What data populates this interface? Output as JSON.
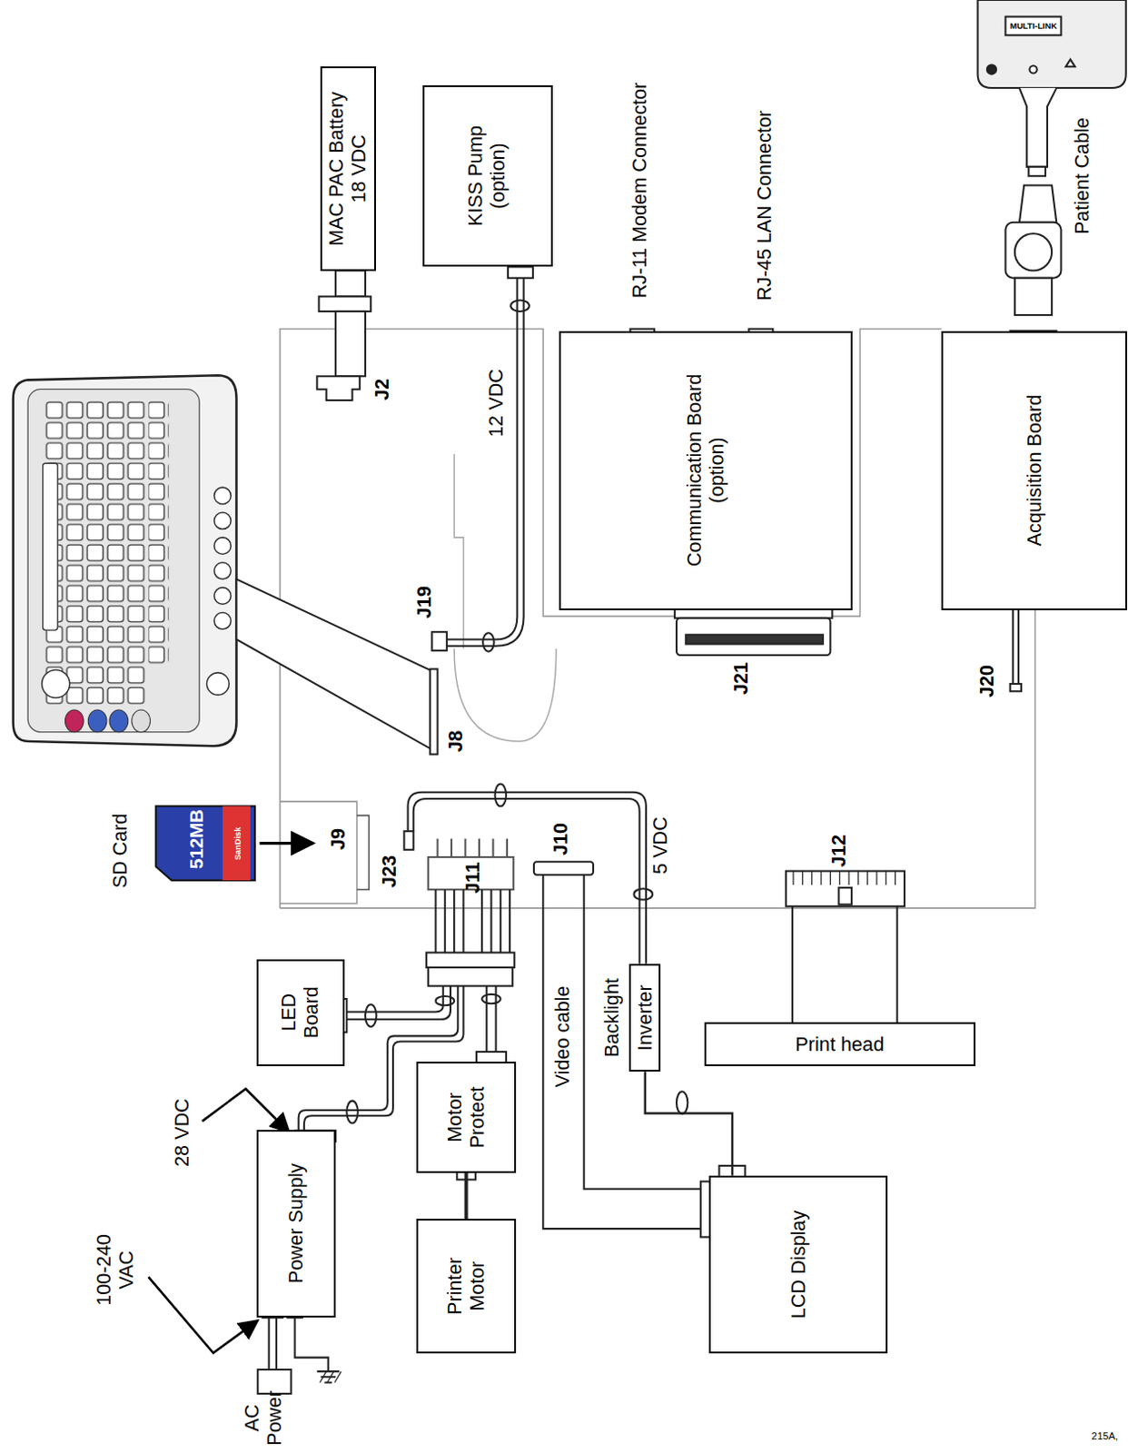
{
  "diagram": {
    "nodes": [
      {
        "text": [
          "MAC PAC Battery 18 VDC"
        ]
      },
      {
        "text": [
          "KISS Pump (option)"
        ]
      },
      {
        "text": [
          "Communication Board (option)"
        ]
      },
      {
        "text": [
          "Acquisition Board"
        ]
      },
      {
        "text": [
          "LED Board"
        ]
      },
      {
        "text": [
          "Power Supply"
        ]
      },
      {
        "text": [
          "Motor Protect"
        ]
      },
      {
        "text": [
          "Printer Motor"
        ]
      },
      {
        "text": [
          "Print head"
        ]
      },
      {
        "text": [
          "LCD Display"
        ]
      },
      {
        "text": [
          "Backlight",
          "Inverter"
        ]
      }
    ],
    "edges": [
      {
        "from": 6,
        "to": 7,
        "arrow": "none"
      },
      {
        "from": 10,
        "to": 9,
        "arrow": "none"
      }
    ],
    "labels": [
      "J2",
      "12 VDC",
      "J19",
      "J8",
      "RJ-11 Modem Connector",
      "RJ-45 LAN Connector",
      "J21",
      "J20",
      "Patient Cable",
      "MULTI-LINK",
      "SD Card",
      "SanDisk",
      "512MB",
      "J9",
      "J23",
      "J11",
      "J10",
      "5 VDC",
      "J12",
      "Video cable",
      "28 VDC",
      "100-240 VAC",
      "AC Power",
      "215A,"
    ]
  }
}
